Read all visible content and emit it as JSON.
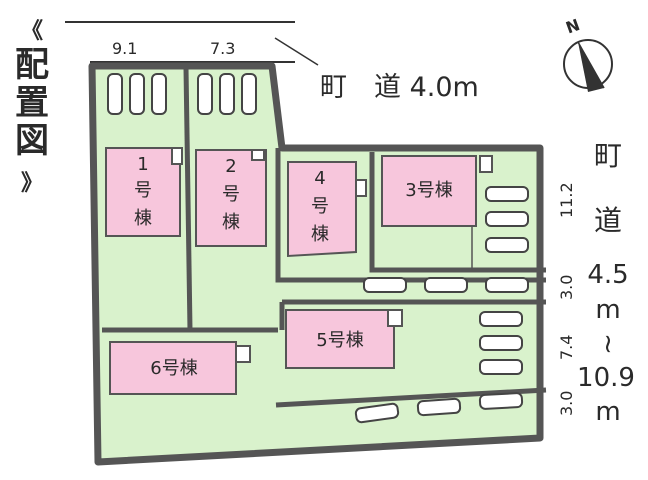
{
  "title": "《配置図》",
  "title_chars": [
    "《",
    "配",
    "置",
    "図",
    "》"
  ],
  "north_label": "N",
  "top_road": {
    "label": "町　道 4.0m"
  },
  "top_dims": [
    "9.1",
    "7.3"
  ],
  "east_road": {
    "chars": [
      "町",
      "道"
    ],
    "width_lines": [
      "4.5",
      "m",
      "~",
      "10.9",
      "m"
    ]
  },
  "east_dims": [
    "11.2",
    "3.0",
    "7.4",
    "3.0"
  ],
  "buildings": [
    {
      "id": "b1",
      "lines": [
        "1",
        "号",
        "棟"
      ]
    },
    {
      "id": "b2",
      "lines": [
        "2",
        "号",
        "棟"
      ]
    },
    {
      "id": "b3",
      "lines": [
        "3号棟"
      ]
    },
    {
      "id": "b4",
      "lines": [
        "4",
        "号",
        "棟"
      ]
    },
    {
      "id": "b5",
      "lines": [
        "5号棟"
      ]
    },
    {
      "id": "b6",
      "lines": [
        "6号棟"
      ]
    }
  ],
  "colors": {
    "lot": "#d9f2cc",
    "building": "#f7c6dc",
    "outline": "#555555",
    "car": "#ffffff"
  }
}
